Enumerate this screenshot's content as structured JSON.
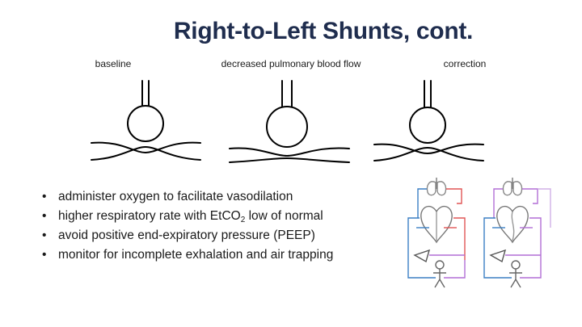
{
  "slide": {
    "title": "Right-to-Left Shunts, cont.",
    "panels": [
      {
        "label": "baseline",
        "flow": "normal"
      },
      {
        "label": "decreased pulmonary blood flow",
        "flow": "decreased"
      },
      {
        "label": "correction",
        "flow": "normal"
      }
    ],
    "bullets": [
      {
        "text": "administer oxygen to facilitate vasodilation"
      },
      {
        "pre": "higher respiratory rate with EtCO",
        "sub": "2",
        "post": " low of normal"
      },
      {
        "text": "avoid positive end-expiratory pressure (PEEP)"
      },
      {
        "text": "monitor for incomplete exhalation and air trapping"
      }
    ],
    "colors": {
      "title": "#1f2d4e",
      "text": "#1a1a1a",
      "deoxygenated": "#3b7fc4",
      "oxygenated": "#e05555",
      "mixed": "#b26fd6"
    },
    "circulation_diagrams": [
      {
        "icons": [
          "lungs-icon",
          "heart-icon",
          "body-figure-icon"
        ]
      },
      {
        "icons": [
          "lungs-icon",
          "heart-icon",
          "body-figure-icon"
        ]
      }
    ]
  }
}
